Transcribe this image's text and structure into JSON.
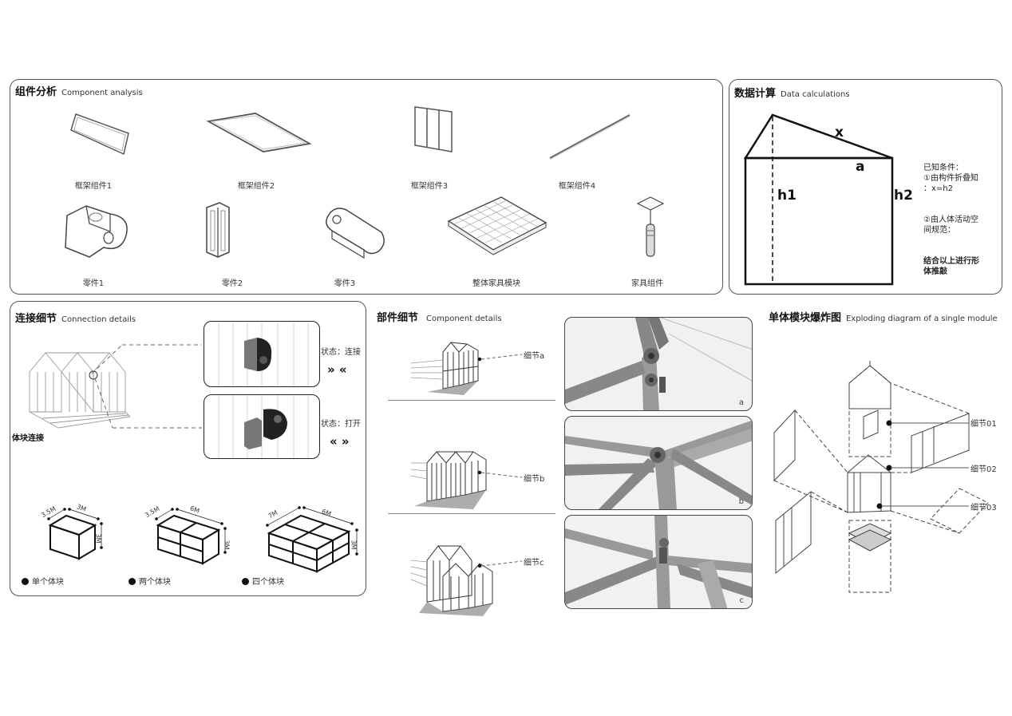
{
  "component_analysis": {
    "title_cn": "组件分析",
    "title_en": "Component analysis",
    "items": [
      {
        "label": "框架组件1"
      },
      {
        "label": "框架组件2"
      },
      {
        "label": "框架组件3"
      },
      {
        "label": "框架组件4"
      },
      {
        "label": "零件1"
      },
      {
        "label": "零件2"
      },
      {
        "label": "零件3"
      },
      {
        "label": "整体家具模块"
      },
      {
        "label": "家具组件"
      }
    ]
  },
  "data_calculations": {
    "title_cn": "数据计算",
    "title_en": "Data calculations",
    "labels": {
      "x": "x",
      "a": "a",
      "h1": "h1",
      "h2": "h2"
    },
    "notes": {
      "known": "已知条件：",
      "cond1": "①由构件折叠知",
      "cond1b": "：x=h2",
      "cond2": "②由人体活动空",
      "cond2b": "间规范：",
      "conclusion1": "结合以上进行形",
      "conclusion2": "体推敲"
    }
  },
  "connection_details": {
    "title_cn": "连接细节",
    "title_en": "Connection details",
    "block_label": "体块连接",
    "state_connected": "状态：连接",
    "state_open": "状态：打开",
    "arrows_connected": "» «",
    "arrows_open": "« »",
    "cubes": [
      {
        "label": "单个体块",
        "dims": [
          "3.5M",
          "3M",
          "3M"
        ]
      },
      {
        "label": "两个体块",
        "dims": [
          "3.5M",
          "6M",
          "3M"
        ]
      },
      {
        "label": "四个体块",
        "dims": [
          "7M",
          "6M",
          "3M"
        ]
      }
    ]
  },
  "component_details": {
    "title_cn": "部件细节",
    "title_en": "Component details",
    "details": [
      {
        "label": "细节a",
        "corner": "a"
      },
      {
        "label": "细节b",
        "corner": "b"
      },
      {
        "label": "细节c",
        "corner": "c"
      }
    ]
  },
  "exploded": {
    "title_cn": "单体模块爆炸图",
    "title_en": "Exploding diagram of a single module",
    "details": [
      "细节01",
      "细节02",
      "细节03"
    ]
  }
}
